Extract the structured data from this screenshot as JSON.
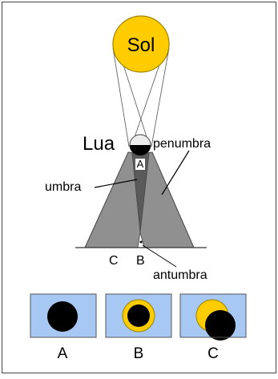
{
  "labels": {
    "sun": "Sol",
    "moon": "Lua",
    "penumbra": "penumbra",
    "umbra": "umbra",
    "antumbra": "antumbra",
    "inside_a": "A",
    "ground_c": "C",
    "ground_b": "B"
  },
  "panels": [
    {
      "caption": "A",
      "view": "total eclipse"
    },
    {
      "caption": "B",
      "view": "annular eclipse"
    },
    {
      "caption": "C",
      "view": "partial eclipse"
    }
  ],
  "colors": {
    "sun": "#ffcc00",
    "sun_outline": "#9a8400",
    "penumbra": "#909090",
    "umbra": "#5a5a5a",
    "panel_bg": "#a8c8f4",
    "moon_disk": "#000000"
  }
}
